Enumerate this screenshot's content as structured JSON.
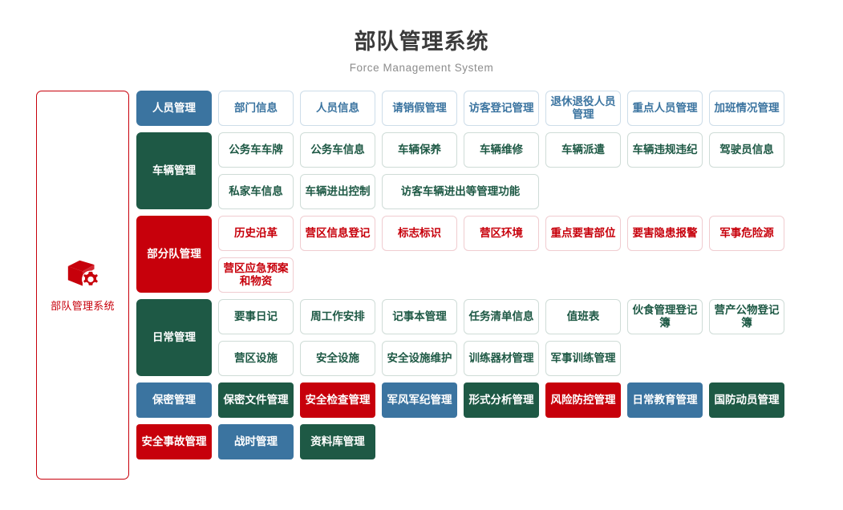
{
  "header": {
    "title": "部队管理系统",
    "subtitle": "Force Management System"
  },
  "sidebar": {
    "icon": "cube-gear-icon",
    "label": "部队管理系统",
    "accent_color": "#c7000b"
  },
  "colors": {
    "blue": "#3b74a0",
    "green": "#1e5945",
    "red": "#c7000b",
    "text_dark": "#3b3b3b",
    "text_muted": "#8c8c8c"
  },
  "groups": [
    {
      "category": "人员管理",
      "style": "blue",
      "lines": [
        [
          "部门信息",
          "人员信息",
          "请销假管理",
          "访客登记管理",
          "退休退役人员管理",
          "重点人员管理",
          "加班情况管理"
        ]
      ]
    },
    {
      "category": "车辆管理",
      "style": "green",
      "lines": [
        [
          "公务车车牌",
          "公务车信息",
          "车辆保养",
          "车辆维修",
          "车辆派遣",
          "车辆违规违纪",
          "驾驶员信息"
        ],
        [
          "私家车信息",
          "车辆进出控制",
          "访客车辆进出等管理功能"
        ]
      ]
    },
    {
      "category": "部分队管理",
      "style": "red",
      "lines": [
        [
          "历史沿革",
          "营区信息登记",
          "标志标识",
          "营区环境",
          "重点要害部位",
          "要害隐患报警",
          "军事危险源"
        ],
        [
          "营区应急预案和物资"
        ]
      ]
    },
    {
      "category": "日常管理",
      "style": "green",
      "lines": [
        [
          "要事日记",
          "周工作安排",
          "记事本管理",
          "任务清单信息",
          "值班表",
          "伙食管理登记簿",
          "营产公物登记簿"
        ],
        [
          "营区设施",
          "安全设施",
          "安全设施维护",
          "训练器材管理",
          "军事训练管理"
        ]
      ]
    }
  ],
  "bottom_rows": [
    [
      {
        "label": "保密管理",
        "style": "blue"
      },
      {
        "label": "保密文件管理",
        "style": "green"
      },
      {
        "label": "安全检查管理",
        "style": "red"
      },
      {
        "label": "军风军纪管理",
        "style": "blue"
      },
      {
        "label": "形式分析管理",
        "style": "green"
      },
      {
        "label": "风险防控管理",
        "style": "red"
      },
      {
        "label": "日常教育管理",
        "style": "blue"
      },
      {
        "label": "国防动员管理",
        "style": "green"
      }
    ],
    [
      {
        "label": "安全事故管理",
        "style": "red"
      },
      {
        "label": "战时管理",
        "style": "blue"
      },
      {
        "label": "资料库管理",
        "style": "green"
      }
    ]
  ]
}
